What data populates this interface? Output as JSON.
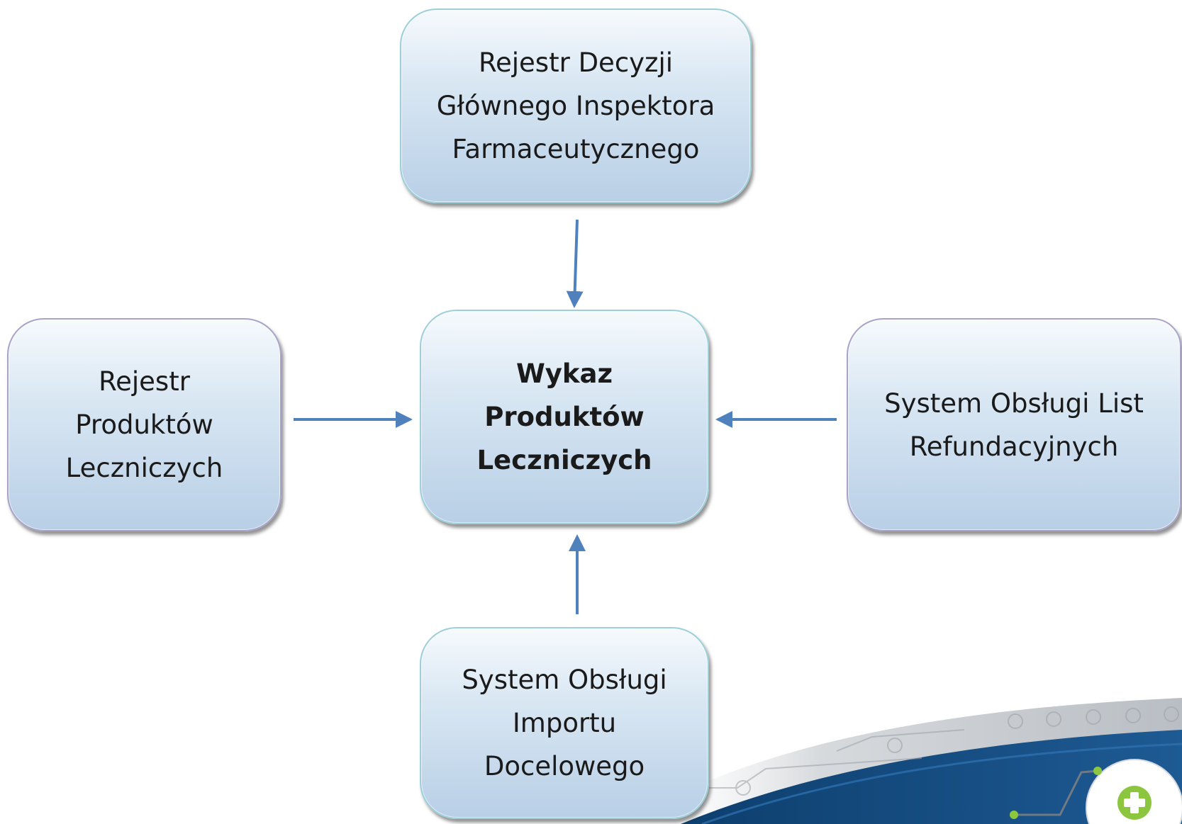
{
  "center": {
    "lines": [
      "Wykaz",
      "Produktów",
      "Leczniczych"
    ]
  },
  "top": {
    "lines": [
      "Rejestr Decyzji",
      "Głównego Inspektora",
      "Farmaceutycznego"
    ]
  },
  "left": {
    "lines": [
      "Rejestr",
      "Produktów",
      "Leczniczych"
    ]
  },
  "right": {
    "lines": [
      "System Obsługi List",
      "Refundacyjnych"
    ]
  },
  "bottom": {
    "lines": [
      "System Obsługi",
      "Importu",
      "Docelowego"
    ]
  },
  "colors": {
    "arrow": "#4f81bd",
    "swoosh_dark": "#0d3f6e",
    "swoosh_light": "#c9cdd2",
    "logo_cross": "#8cc63f"
  },
  "icons": {
    "logo": "green-cross-logo-icon"
  }
}
